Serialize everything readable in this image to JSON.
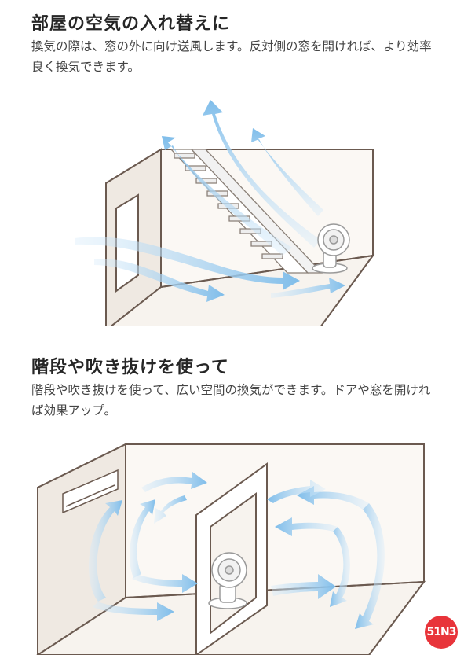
{
  "section1": {
    "title": "部屋の空気の入れ替えに",
    "description": "換気の際は、窓の外に向け送風します。反対側の窓を開ければ、より効率良く換気できます。"
  },
  "section2": {
    "title": "階段や吹き抜けを使って",
    "description": "階段や吹き抜けを使って、広い空間の換気ができます。ドアや窓を開ければ効果アップ。"
  },
  "watermark": {
    "text": "51N3"
  },
  "colors": {
    "room_line": "#6b5a50",
    "room_floor": "#f7f3ee",
    "wall_shade": "#efe9e2",
    "arrow": "#8ec6ee",
    "arrow_light": "#cfe7f8",
    "watermark": "#e8343a"
  }
}
